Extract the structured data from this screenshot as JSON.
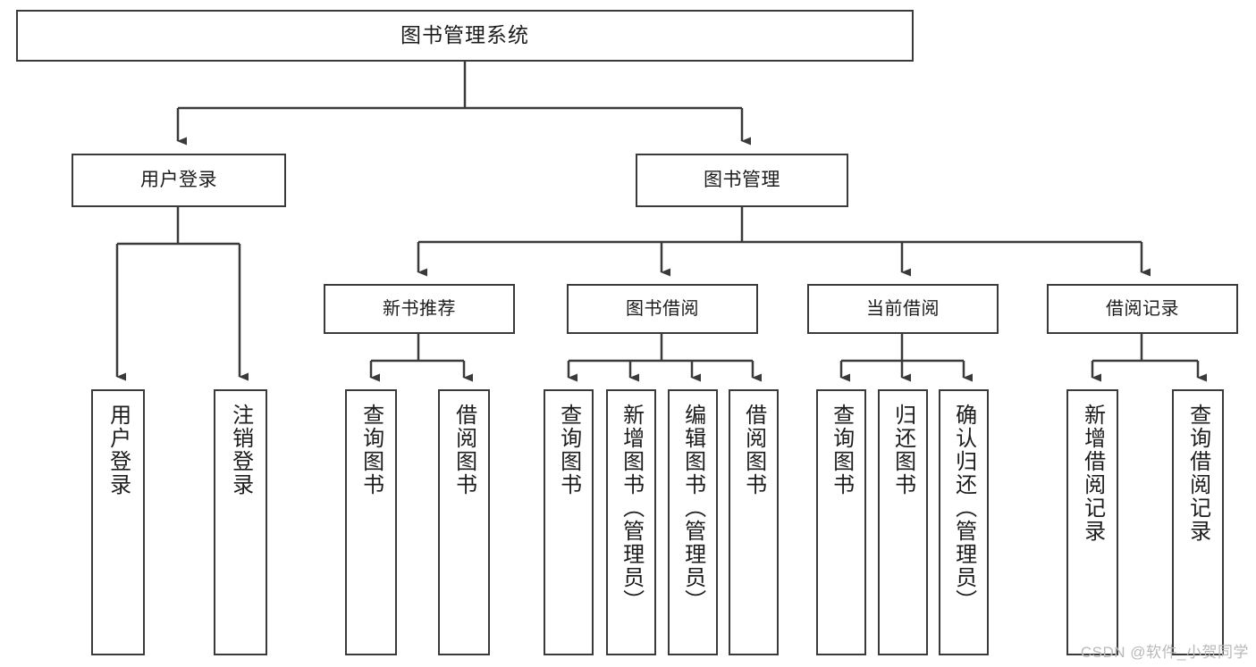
{
  "diagram": {
    "type": "tree",
    "title_text": "图书管理系统",
    "watermark": "CSDN @软件_小贺同学",
    "line_color": "#3a3a3a",
    "box_fill": "#ffffff",
    "text_color": "#1c1c1c",
    "watermark_color": "#b9b9b9"
  },
  "root": {
    "label": "图书管理系统"
  },
  "level1": [
    {
      "label": "用户登录"
    },
    {
      "label": "图书管理"
    }
  ],
  "level2": [
    {
      "label": "新书推荐"
    },
    {
      "label": "图书借阅"
    },
    {
      "label": "当前借阅"
    },
    {
      "label": "借阅记录"
    }
  ],
  "leaves": {
    "user_login": [
      {
        "label": "用户登录"
      },
      {
        "label": "注销登录"
      }
    ],
    "new_book": [
      {
        "label": "查询图书"
      },
      {
        "label": "借阅图书"
      }
    ],
    "book_borrow": [
      {
        "label": "查询图书"
      },
      {
        "label": "新增图书（管理员）"
      },
      {
        "label": "编辑图书（管理员）"
      },
      {
        "label": "借阅图书"
      }
    ],
    "current_borrow": [
      {
        "label": "查询图书"
      },
      {
        "label": "归还图书"
      },
      {
        "label": "确认归还（管理员）"
      }
    ],
    "borrow_record": [
      {
        "label": "新增借阅记录"
      },
      {
        "label": "查询借阅记录"
      }
    ]
  }
}
